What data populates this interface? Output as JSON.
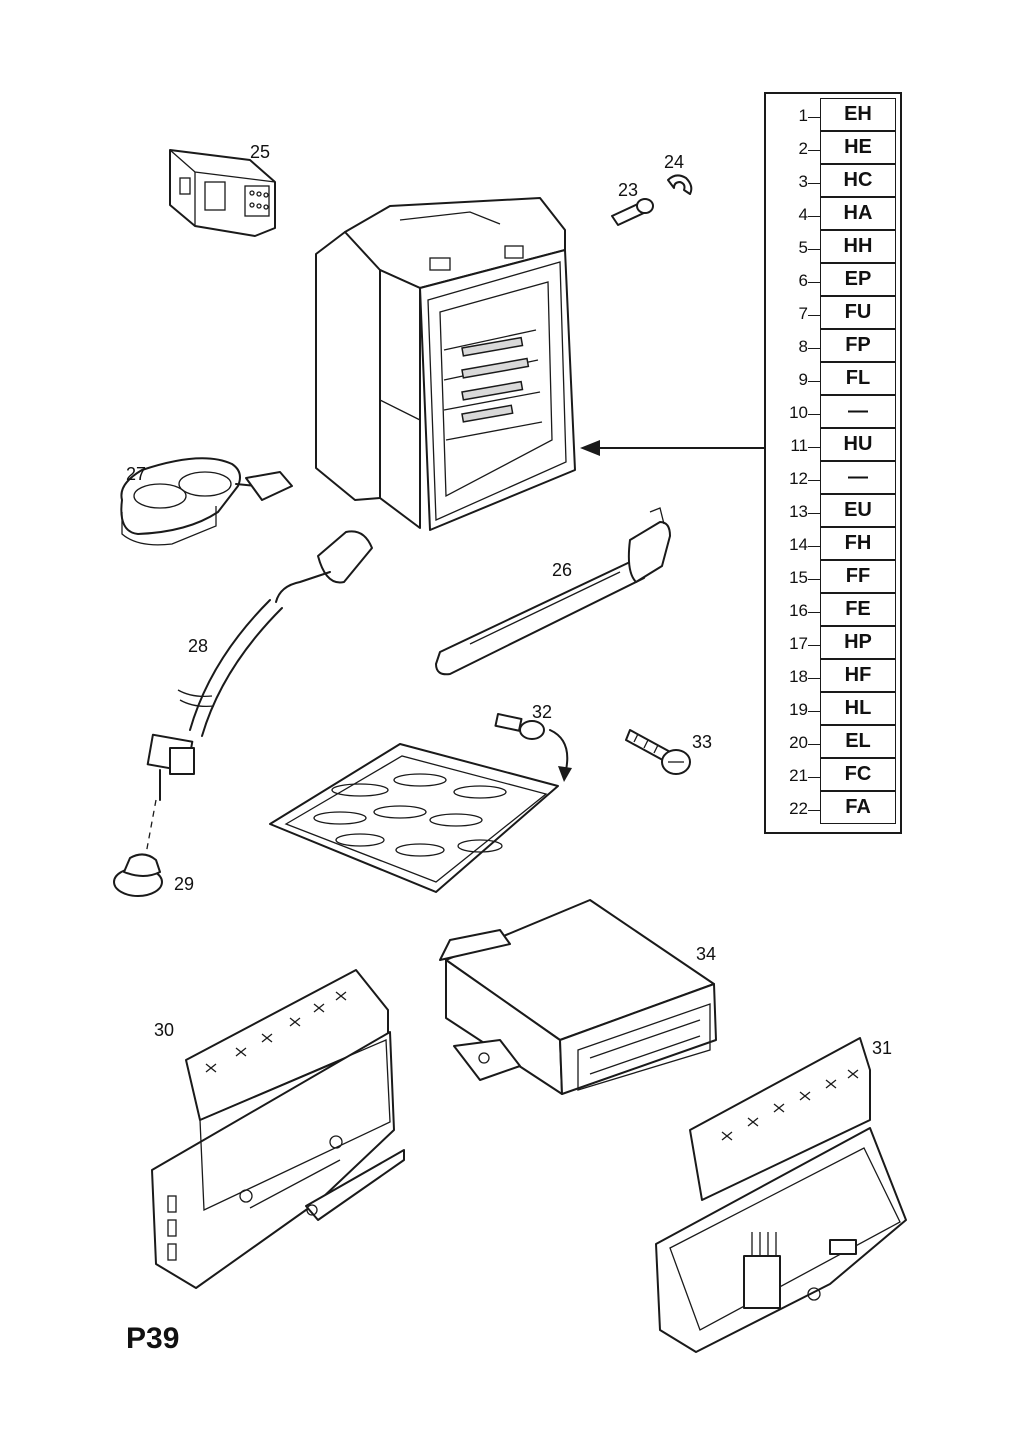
{
  "page_ref": "P39",
  "callouts": [
    "23",
    "24",
    "25",
    "26",
    "27",
    "28",
    "29",
    "30",
    "31",
    "32",
    "33",
    "34"
  ],
  "code_table": [
    {
      "num": "1",
      "code": "EH"
    },
    {
      "num": "2",
      "code": "HE"
    },
    {
      "num": "3",
      "code": "HC"
    },
    {
      "num": "4",
      "code": "HA"
    },
    {
      "num": "5",
      "code": "HH"
    },
    {
      "num": "6",
      "code": "EP"
    },
    {
      "num": "7",
      "code": "FU"
    },
    {
      "num": "8",
      "code": "FP"
    },
    {
      "num": "9",
      "code": "FL"
    },
    {
      "num": "10",
      "code": "—"
    },
    {
      "num": "11",
      "code": "HU"
    },
    {
      "num": "12",
      "code": "—"
    },
    {
      "num": "13",
      "code": "EU"
    },
    {
      "num": "14",
      "code": "FH"
    },
    {
      "num": "15",
      "code": "FF"
    },
    {
      "num": "16",
      "code": "FE"
    },
    {
      "num": "17",
      "code": "HP"
    },
    {
      "num": "18",
      "code": "HF"
    },
    {
      "num": "19",
      "code": "HL"
    },
    {
      "num": "20",
      "code": "EL"
    },
    {
      "num": "21",
      "code": "FC"
    },
    {
      "num": "22",
      "code": "FA"
    }
  ]
}
